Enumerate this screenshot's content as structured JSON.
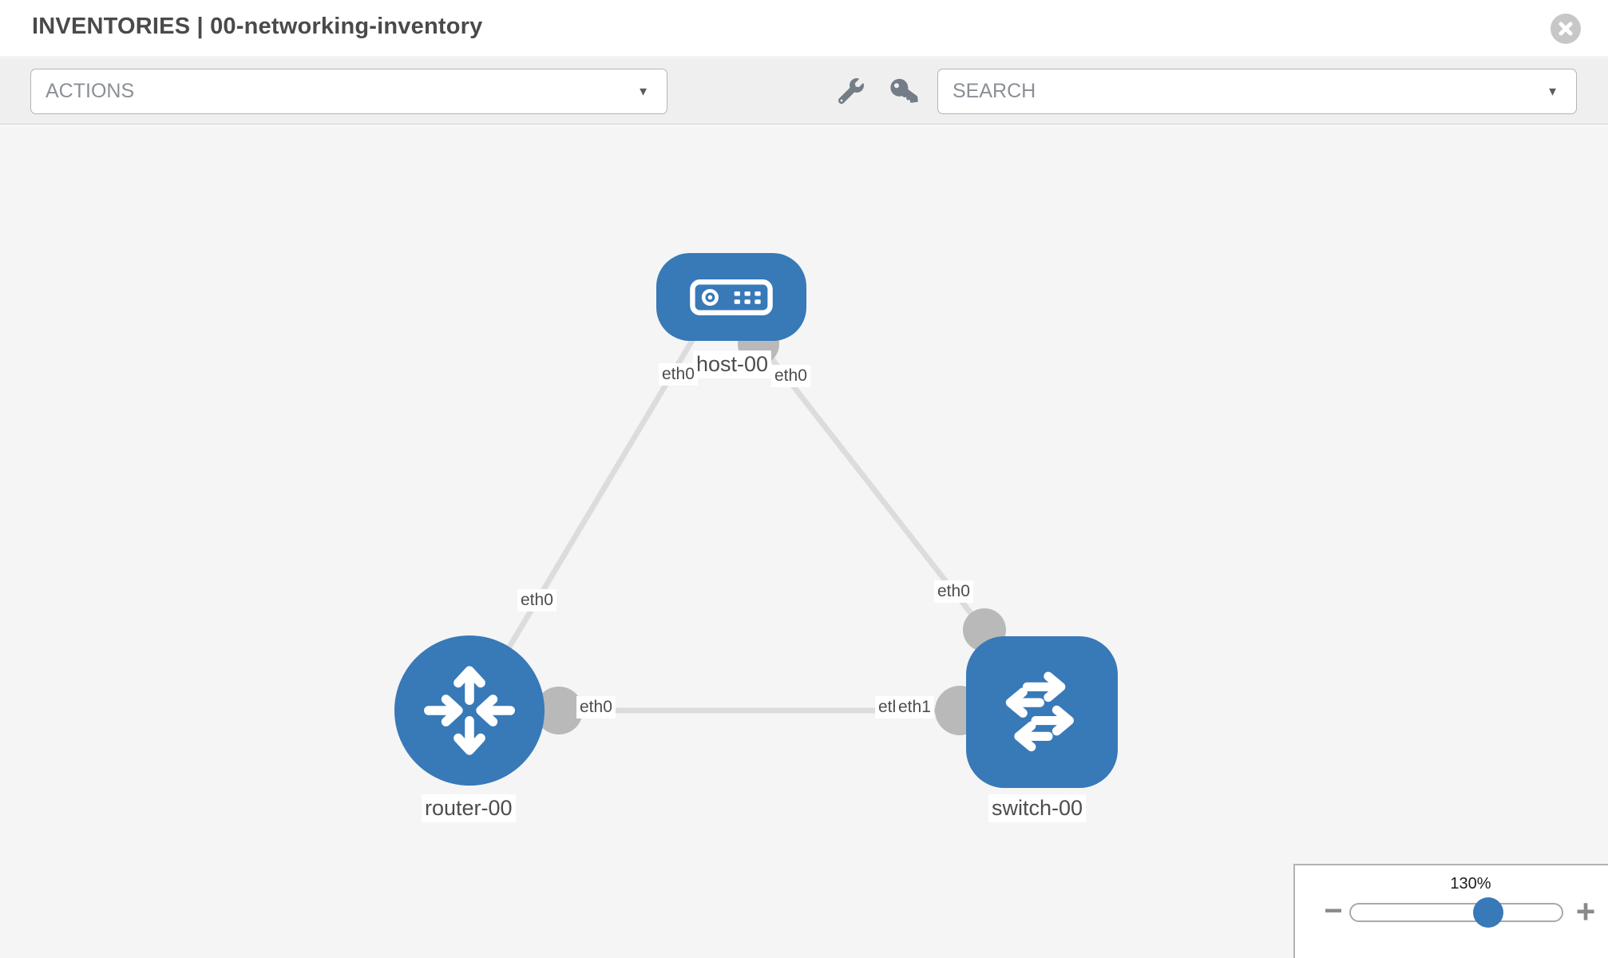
{
  "header": {
    "title": "INVENTORIES | 00-networking-inventory"
  },
  "toolbar": {
    "actions_label": "ACTIONS",
    "search_label": "SEARCH",
    "caret": "▼"
  },
  "topology": {
    "nodes": {
      "host": {
        "label": "host-00",
        "type": "host"
      },
      "router": {
        "label": "router-00",
        "type": "router"
      },
      "switch": {
        "label": "switch-00",
        "type": "switch"
      }
    },
    "links": [
      {
        "from": "host-00",
        "to": "router-00",
        "from_interface": "eth0",
        "to_interface": "eth0"
      },
      {
        "from": "host-00",
        "to": "switch-00",
        "from_interface": "eth0",
        "to_interface": "eth0"
      },
      {
        "from": "router-00",
        "to": "switch-00",
        "from_interface": "eth0",
        "to_interface": "eth1"
      }
    ],
    "interface_labels": {
      "host_left": "eth0",
      "host_right": "eth0",
      "router_upper": "eth0",
      "router_right": "eth0",
      "switch_back": "eth0",
      "switch_front": "eth1",
      "switch_top": "eth0"
    }
  },
  "zoom_control": {
    "level": "130%",
    "zoom_out": "−",
    "zoom_in": "+"
  },
  "colors": {
    "node_blue": "#3879b8",
    "link_gray": "#dcdcdc",
    "port_gray": "#b9b9b9",
    "canvas_bg": "#f5f5f5"
  }
}
